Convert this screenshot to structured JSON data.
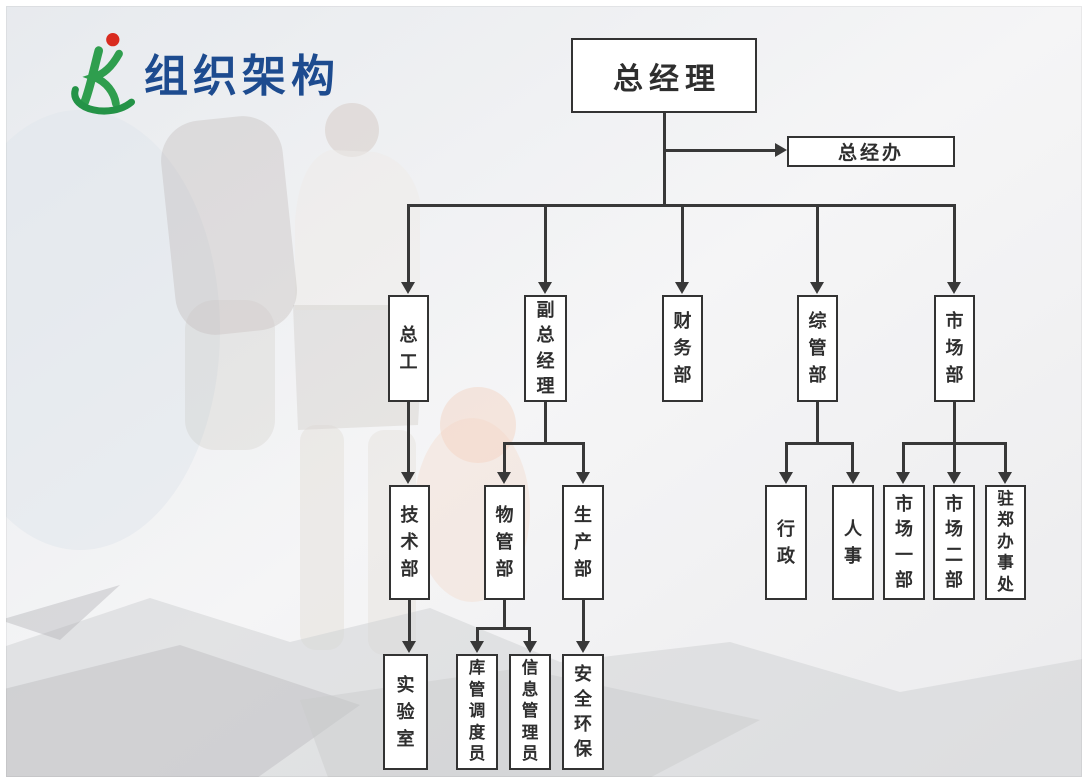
{
  "header": {
    "title": "组织架构",
    "logo": {
      "name": "company-logo",
      "green": "#2f9e4e",
      "red": "#d92b1f"
    }
  },
  "colors": {
    "title_text": "#1d4b8f",
    "connector_line": "#383838",
    "box_border": "#333333",
    "box_fill": "#ffffff",
    "box_text": "#2e2e2e"
  },
  "org_chart": {
    "nodes": {
      "general_manager": "总经理",
      "gm_office": "总经办",
      "chief_engineer": "总工",
      "deputy_gm": "副总经理",
      "finance_dept": "财务部",
      "admin_mgmt_dept": "综管部",
      "marketing_dept": "市场部",
      "tech_dept": "技术部",
      "logistics_dept": "物管部",
      "production_dept": "生产部",
      "administration": "行政",
      "hr": "人事",
      "marketing_dept_1": "市场一部",
      "marketing_dept_2": "市场二部",
      "zhengzhou_office": "驻郑办事处",
      "laboratory": "实验室",
      "warehouse_dispatcher": "库管调度员",
      "info_manager": "信息管理员",
      "safety_environment": "安全环保"
    },
    "edges": [
      [
        "general_manager",
        "gm_office"
      ],
      [
        "general_manager",
        "chief_engineer"
      ],
      [
        "general_manager",
        "deputy_gm"
      ],
      [
        "general_manager",
        "finance_dept"
      ],
      [
        "general_manager",
        "admin_mgmt_dept"
      ],
      [
        "general_manager",
        "marketing_dept"
      ],
      [
        "chief_engineer",
        "tech_dept"
      ],
      [
        "deputy_gm",
        "logistics_dept"
      ],
      [
        "deputy_gm",
        "production_dept"
      ],
      [
        "admin_mgmt_dept",
        "administration"
      ],
      [
        "admin_mgmt_dept",
        "hr"
      ],
      [
        "marketing_dept",
        "marketing_dept_1"
      ],
      [
        "marketing_dept",
        "marketing_dept_2"
      ],
      [
        "marketing_dept",
        "zhengzhou_office"
      ],
      [
        "tech_dept",
        "laboratory"
      ],
      [
        "logistics_dept",
        "warehouse_dispatcher"
      ],
      [
        "logistics_dept",
        "info_manager"
      ],
      [
        "production_dept",
        "safety_environment"
      ]
    ]
  }
}
